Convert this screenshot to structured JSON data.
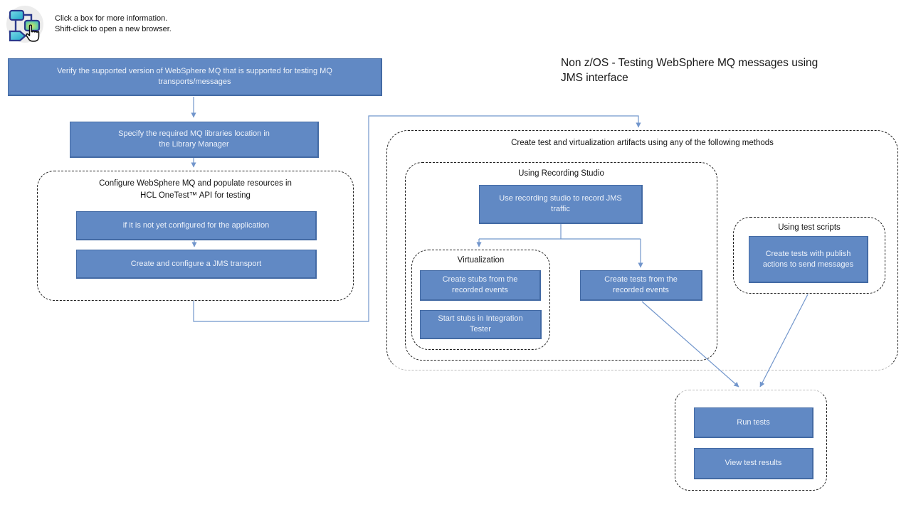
{
  "header": {
    "instructions_line1": "Click a box for more information.",
    "instructions_line2": "Shift-click to open a new browser."
  },
  "title": {
    "line1": "Non z/OS - Testing WebSphere MQ messages using",
    "line2": "JMS interface"
  },
  "colors": {
    "box_fill": "#6189c4",
    "box_border": "#436aa4",
    "box_text": "#edf2fa",
    "connector": "#7296cc",
    "dashed_border": "#1f1f1f",
    "dashed_border_muted": "#bdbdbd"
  },
  "flow": {
    "verify_box": "Verify the supported version of WebSphere MQ that is supported for testing MQ\ntransports/messages",
    "specify_box": "Specify the required MQ libraries location in\nthe Library Manager",
    "configure_group": {
      "label": "Configure WebSphere MQ and populate resources in\nHCL OneTest™ API for testing",
      "not_configured_box": "if it is not yet configured for the application",
      "create_transport_box": "Create and configure a JMS transport"
    },
    "artifacts_group": {
      "label": "Create test and virtualization artifacts using any of the following methods",
      "recording_group": {
        "label": "Using Recording Studio",
        "record_box": "Use recording studio to record JMS\ntraffic",
        "virtualization_group": {
          "label": "Virtualization",
          "create_stubs_box": "Create stubs from the\nrecorded events",
          "start_stubs_box": "Start stubs in Integration\nTester"
        },
        "create_tests_box": "Create tests from the\nrecorded events"
      },
      "test_scripts_group": {
        "label": "Using test scripts",
        "publish_box": "Create tests with publish\nactions to send messages"
      }
    },
    "results_group": {
      "run_tests_box": "Run tests",
      "view_results_box": "View test results"
    }
  }
}
